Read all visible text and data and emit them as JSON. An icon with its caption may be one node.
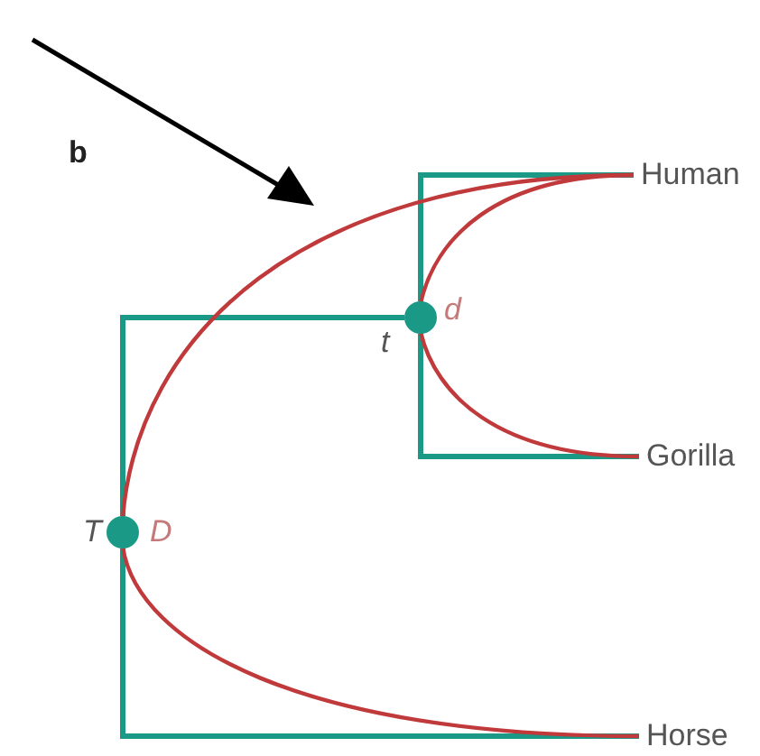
{
  "diagram": {
    "nodes": [
      {
        "text": [],
        "shape": "circle",
        "beside": [
          "T",
          "D"
        ]
      },
      {
        "text": [],
        "shape": "circle",
        "beside": [
          "t",
          "d"
        ]
      },
      {
        "text": [
          "Human"
        ]
      },
      {
        "text": [
          "Gorilla"
        ]
      },
      {
        "text": [
          "Horse"
        ]
      }
    ],
    "edges": [
      {
        "from": 0,
        "to": 1,
        "arrow": "none"
      },
      {
        "from": 0,
        "to": 4,
        "arrow": "none"
      },
      {
        "from": 1,
        "to": 2,
        "arrow": "none"
      },
      {
        "from": 1,
        "to": 3,
        "arrow": "none"
      },
      {
        "from": 0,
        "to": 2,
        "arrow": "none",
        "color": "#c0393b"
      },
      {
        "from": 0,
        "to": 4,
        "arrow": "none",
        "color": "#c0393b"
      },
      {
        "from": 1,
        "to": 2,
        "arrow": "none",
        "color": "#c0393b"
      },
      {
        "from": 1,
        "to": 3,
        "arrow": "none",
        "color": "#c0393b"
      }
    ],
    "labels": [
      "b"
    ]
  }
}
